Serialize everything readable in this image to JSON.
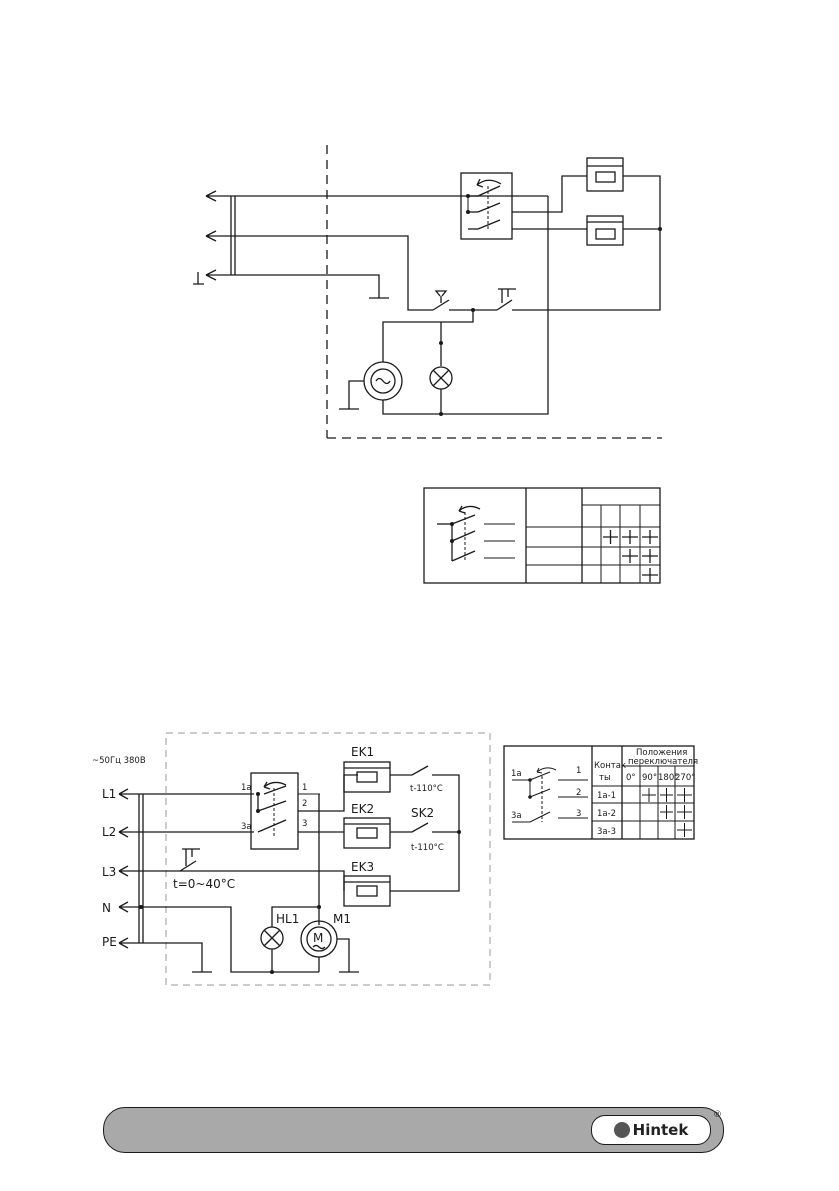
{
  "diagram2": {
    "supply_label": "~50Гц 380В",
    "lines": {
      "l1": "L1",
      "l2": "L2",
      "l3": "L3",
      "n": "N",
      "pe": "PE"
    },
    "terminals": {
      "t1a": "1a",
      "t3a": "3a",
      "t1": "1",
      "t2": "2",
      "t3": "3"
    },
    "components": {
      "ek1": "EK1",
      "ek2": "EK2",
      "ek3": "EK3",
      "sk2": "SK2",
      "hl1": "HL1",
      "m1": "M1",
      "motor_letter": "M"
    },
    "temps": {
      "t1": "t-110°C",
      "t2": "t-110°C",
      "thermostat": "t=0~40°C"
    }
  },
  "table2": {
    "header_contacts": [
      "Контак-",
      "ты"
    ],
    "header_positions": [
      "Положения",
      "переключателя"
    ],
    "angles": [
      "0°",
      "90°",
      "180°",
      "270°"
    ],
    "rows": [
      "1a-1",
      "1a-2",
      "3a-3"
    ],
    "switch_labels": {
      "s1a": "1a",
      "s3a": "3a",
      "s1": "1",
      "s2": "2",
      "s3": "3"
    }
  },
  "footer": {
    "logo_text": "Hintek",
    "logo_reg": "®"
  }
}
